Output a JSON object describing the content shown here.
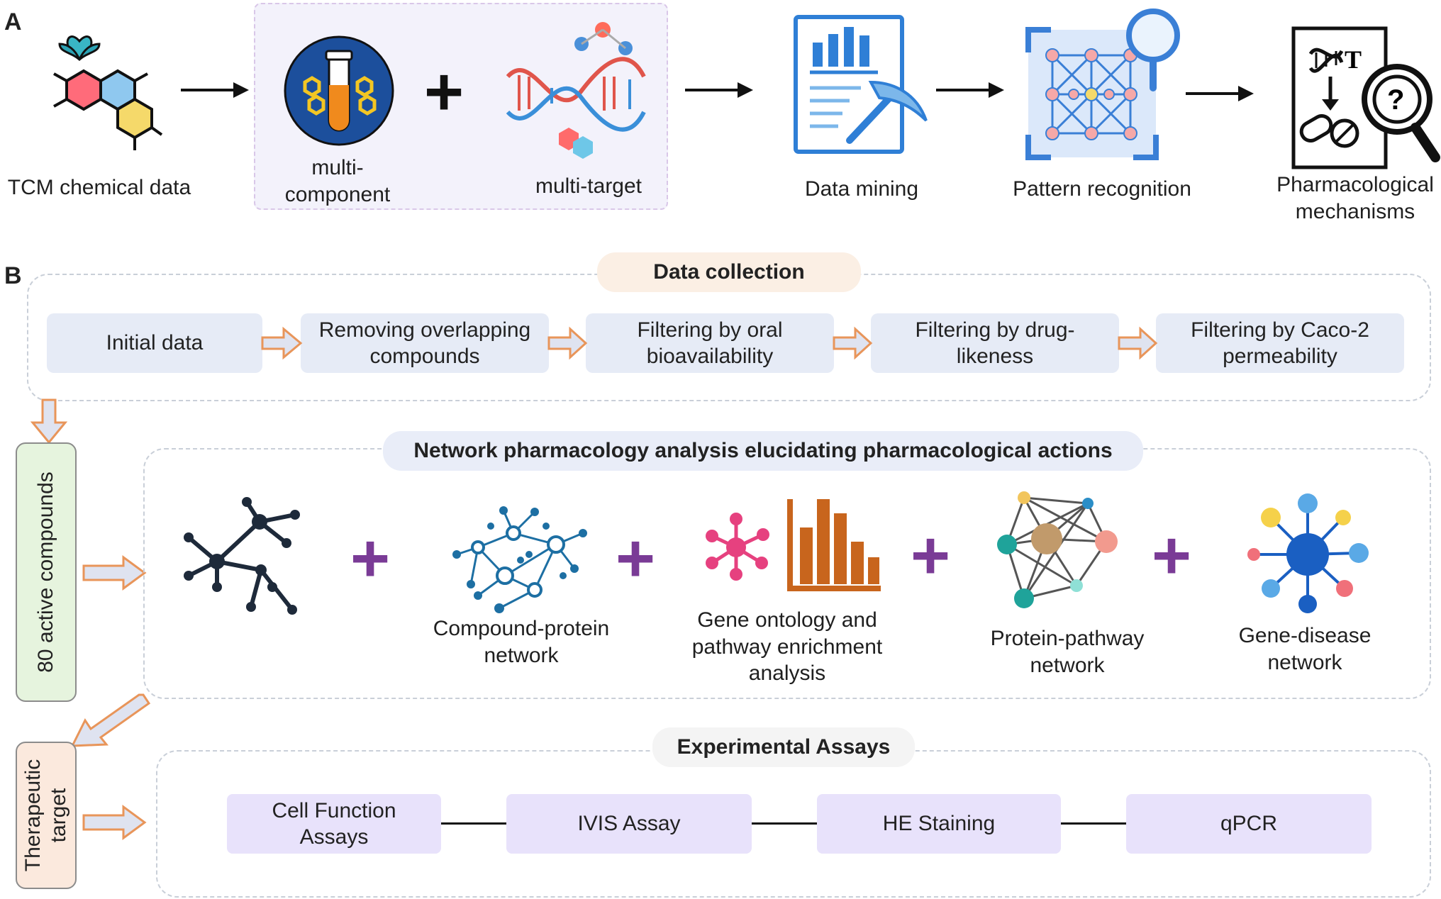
{
  "panel_a": {
    "letter": "A",
    "labels": {
      "tcm": "TCM chemical data",
      "multi_component": "multi-\ncomponent",
      "multi_target": "multi-target",
      "data_mining": "Data mining",
      "pattern_recognition": "Pattern recognition",
      "pharmacological_mechanisms": "Pharmacological\nmechanisms"
    },
    "plus": "+"
  },
  "panel_b": {
    "letter": "B",
    "data_collection": {
      "title": "Data collection",
      "steps": [
        "Initial data",
        "Removing overlapping\ncompounds",
        "Filtering by oral\nbioavailability",
        "Filtering by drug-\nlikeness",
        "Filtering by Caco-2\npermeability"
      ]
    },
    "active_compounds": "80 active compounds",
    "network": {
      "title": "Network pharmacology analysis elucidating pharmacological actions",
      "items": [
        "Compound-protein\nnetwork",
        "Gene ontology and\npathway enrichment\nanalysis",
        "Protein-pathway\nnetwork",
        "Gene-disease\nnetwork"
      ],
      "plus": "+"
    },
    "therapeutic_target": "Therapeutic\ntarget",
    "experimental": {
      "title": "Experimental Assays",
      "assays": [
        "Cell Function\nAssays",
        "IVIS Assay",
        "HE Staining",
        "qPCR"
      ]
    }
  },
  "colors": {
    "arrow_orange": "#e8955a",
    "arrow_fill": "#dfe3f0",
    "step_bg": "#e6ebf6",
    "assay_bg": "#e8e2fb",
    "plus_purple": "#7a3b96",
    "compounds_bg": "#e6f4de",
    "target_bg": "#fbe9dd"
  },
  "icons": [
    "tcm-molecule-icon",
    "test-tube-icon",
    "dna-icon",
    "data-mining-icon",
    "pattern-recognition-icon",
    "mechanism-icon",
    "network-icon",
    "compound-protein-icon",
    "enrichment-icon",
    "protein-pathway-icon",
    "gene-disease-icon"
  ]
}
